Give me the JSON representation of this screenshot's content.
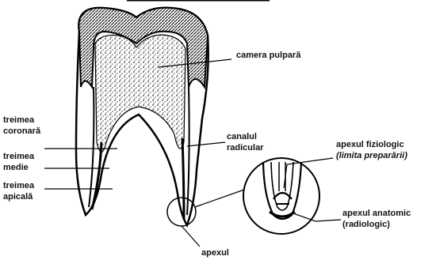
{
  "labels": {
    "camera_pulpara": "camera pulpară",
    "treimea_coronara_1": "treimea",
    "treimea_coronara_2": "coronară",
    "canalul_radicular_1": "canalul",
    "canalul_radicular_2": "radicular",
    "apexul_fiziologic_1": "apexul fiziologic",
    "apexul_fiziologic_2": "(limita preparării)",
    "treimea_medie_1": "treimea",
    "treimea_medie_2": "medie",
    "treimea_apicala_1": "treimea",
    "treimea_apicala_2": "apicală",
    "apexul_anatomic_1": "apexul anatomic",
    "apexul_anatomic_2": "(radiologic)",
    "apexul": "apexul"
  }
}
